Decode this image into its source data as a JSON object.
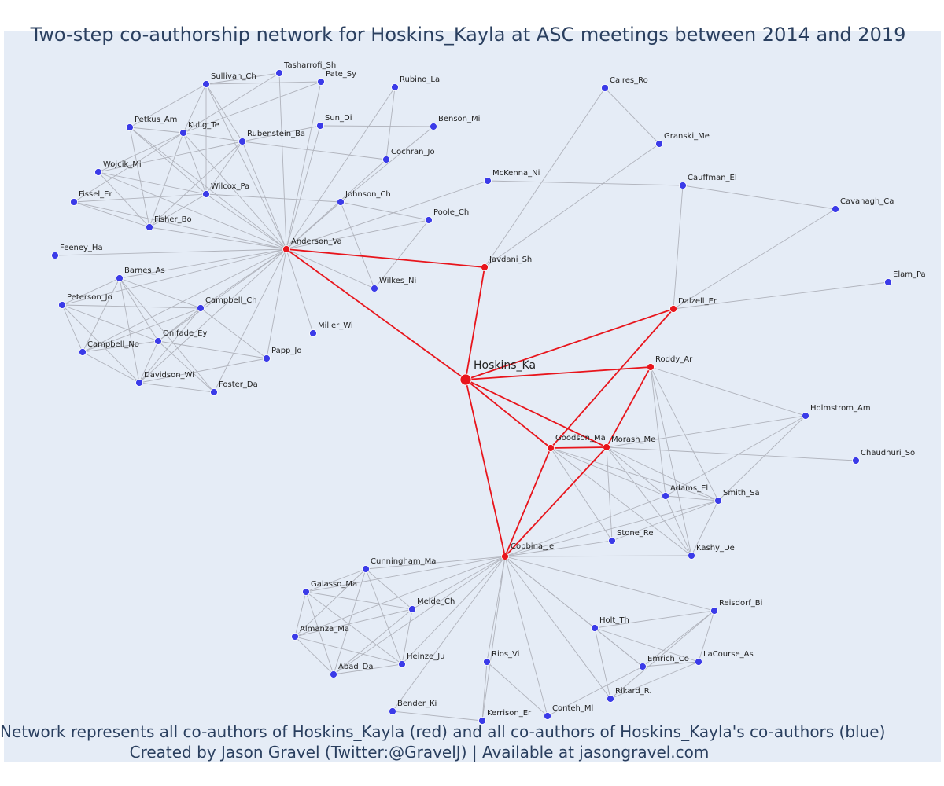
{
  "title": "Two-step co-authorship network for Hoskins_Kayla at ASC meetings between 2014 and 2019",
  "caption": {
    "line1": "Network represents all co-authors of Hoskins_Kayla (red) and all co-authors of Hoskins_Kayla's co-authors (blue)",
    "line2": "Created by Jason Gravel (Twitter:@GravelJ) | Available at jasongravel.com"
  },
  "colors": {
    "plot_background": "#e5ecf6",
    "first_step": "#e8151c",
    "second_step": "#3b3be8",
    "edge_grey": "#b0b3bc",
    "edge_red": "#e8151c",
    "text": "#2a3f5f"
  },
  "graph": {
    "ego": "Hoskins_Ka",
    "nodes": [
      {
        "id": "Hoskins_Ka",
        "group": "ego"
      },
      {
        "id": "Anderson_Va",
        "group": "coauthor"
      },
      {
        "id": "Javdani_Sh",
        "group": "coauthor"
      },
      {
        "id": "Dalzell_Er",
        "group": "coauthor"
      },
      {
        "id": "Roddy_Ar",
        "group": "coauthor"
      },
      {
        "id": "Goodson_Ma",
        "group": "coauthor"
      },
      {
        "id": "Morash_Me",
        "group": "coauthor"
      },
      {
        "id": "Cobbina_Je",
        "group": "coauthor"
      },
      {
        "id": "Tasharrofi_Sh",
        "group": "second"
      },
      {
        "id": "Sullivan_Ch",
        "group": "second"
      },
      {
        "id": "Pate_Sy",
        "group": "second"
      },
      {
        "id": "Rubino_La",
        "group": "second"
      },
      {
        "id": "Petkus_Am",
        "group": "second"
      },
      {
        "id": "Kulig_Te",
        "group": "second"
      },
      {
        "id": "Sun_Di",
        "group": "second"
      },
      {
        "id": "Benson_Mi",
        "group": "second"
      },
      {
        "id": "Rubenstein_Ba",
        "group": "second"
      },
      {
        "id": "Cochran_Jo",
        "group": "second"
      },
      {
        "id": "Wojcik_Mi",
        "group": "second"
      },
      {
        "id": "Wilcox_Pa",
        "group": "second"
      },
      {
        "id": "Johnson_Ch",
        "group": "second"
      },
      {
        "id": "Fissel_Er",
        "group": "second"
      },
      {
        "id": "Fisher_Bo",
        "group": "second"
      },
      {
        "id": "Poole_Ch",
        "group": "second"
      },
      {
        "id": "Feeney_Ha",
        "group": "second"
      },
      {
        "id": "Barnes_As",
        "group": "second"
      },
      {
        "id": "Wilkes_Ni",
        "group": "second"
      },
      {
        "id": "Peterson_Jo",
        "group": "second"
      },
      {
        "id": "Campbell_Ch",
        "group": "second"
      },
      {
        "id": "Miller_Wi",
        "group": "second"
      },
      {
        "id": "Onifade_Ey",
        "group": "second"
      },
      {
        "id": "Campbell_No",
        "group": "second"
      },
      {
        "id": "Papp_Jo",
        "group": "second"
      },
      {
        "id": "Davidson_Wi",
        "group": "second"
      },
      {
        "id": "Foster_Da",
        "group": "second"
      },
      {
        "id": "Caires_Ro",
        "group": "second"
      },
      {
        "id": "Granski_Me",
        "group": "second"
      },
      {
        "id": "McKenna_Ni",
        "group": "second"
      },
      {
        "id": "Cauffman_El",
        "group": "second"
      },
      {
        "id": "Cavanagh_Ca",
        "group": "second"
      },
      {
        "id": "Elam_Pa",
        "group": "second"
      },
      {
        "id": "Holmstrom_Am",
        "group": "second"
      },
      {
        "id": "Chaudhuri_So",
        "group": "second"
      },
      {
        "id": "Adams_El",
        "group": "second"
      },
      {
        "id": "Smith_Sa",
        "group": "second"
      },
      {
        "id": "Stone_Re",
        "group": "second"
      },
      {
        "id": "Kashy_De",
        "group": "second"
      },
      {
        "id": "Cunningham_Ma",
        "group": "second"
      },
      {
        "id": "Galasso_Ma",
        "group": "second"
      },
      {
        "id": "Melde_Ch",
        "group": "second"
      },
      {
        "id": "Almanza_Ma",
        "group": "second"
      },
      {
        "id": "Heinze_Ju",
        "group": "second"
      },
      {
        "id": "Abad_Da",
        "group": "second"
      },
      {
        "id": "Rios_Vi",
        "group": "second"
      },
      {
        "id": "Bender_Ki",
        "group": "second"
      },
      {
        "id": "Kerrison_Er",
        "group": "second"
      },
      {
        "id": "Conteh_Ml",
        "group": "second"
      },
      {
        "id": "Holt_Th",
        "group": "second"
      },
      {
        "id": "Reisdorf_Bi",
        "group": "second"
      },
      {
        "id": "Emrich_Co",
        "group": "second"
      },
      {
        "id": "LaCourse_As",
        "group": "second"
      },
      {
        "id": "Rikard_R.",
        "group": "second"
      }
    ],
    "red_edges": [
      [
        "Hoskins_Ka",
        "Anderson_Va"
      ],
      [
        "Hoskins_Ka",
        "Javdani_Sh"
      ],
      [
        "Hoskins_Ka",
        "Dalzell_Er"
      ],
      [
        "Hoskins_Ka",
        "Roddy_Ar"
      ],
      [
        "Hoskins_Ka",
        "Goodson_Ma"
      ],
      [
        "Hoskins_Ka",
        "Morash_Me"
      ],
      [
        "Hoskins_Ka",
        "Cobbina_Je"
      ],
      [
        "Anderson_Va",
        "Javdani_Sh"
      ],
      [
        "Goodson_Ma",
        "Morash_Me"
      ],
      [
        "Goodson_Ma",
        "Dalzell_Er"
      ],
      [
        "Goodson_Ma",
        "Cobbina_Je"
      ],
      [
        "Morash_Me",
        "Roddy_Ar"
      ],
      [
        "Morash_Me",
        "Cobbina_Je"
      ]
    ],
    "grey_edges": [
      [
        "Anderson_Va",
        "Sullivan_Ch"
      ],
      [
        "Anderson_Va",
        "Tasharrofi_Sh"
      ],
      [
        "Anderson_Va",
        "Pate_Sy"
      ],
      [
        "Anderson_Va",
        "Rubino_La"
      ],
      [
        "Anderson_Va",
        "Petkus_Am"
      ],
      [
        "Anderson_Va",
        "Kulig_Te"
      ],
      [
        "Anderson_Va",
        "Sun_Di"
      ],
      [
        "Anderson_Va",
        "Rubenstein_Ba"
      ],
      [
        "Anderson_Va",
        "Cochran_Jo"
      ],
      [
        "Anderson_Va",
        "Wojcik_Mi"
      ],
      [
        "Anderson_Va",
        "Wilcox_Pa"
      ],
      [
        "Anderson_Va",
        "Johnson_Ch"
      ],
      [
        "Anderson_Va",
        "Fissel_Er"
      ],
      [
        "Anderson_Va",
        "Fisher_Bo"
      ],
      [
        "Anderson_Va",
        "Poole_Ch"
      ],
      [
        "Anderson_Va",
        "Feeney_Ha"
      ],
      [
        "Anderson_Va",
        "Barnes_As"
      ],
      [
        "Anderson_Va",
        "Wilkes_Ni"
      ],
      [
        "Anderson_Va",
        "Peterson_Jo"
      ],
      [
        "Anderson_Va",
        "Campbell_Ch"
      ],
      [
        "Anderson_Va",
        "Miller_Wi"
      ],
      [
        "Anderson_Va",
        "Onifade_Ey"
      ],
      [
        "Anderson_Va",
        "Campbell_No"
      ],
      [
        "Anderson_Va",
        "Papp_Jo"
      ],
      [
        "Anderson_Va",
        "Davidson_Wi"
      ],
      [
        "Anderson_Va",
        "Foster_Da"
      ],
      [
        "Anderson_Va",
        "McKenna_Ni"
      ],
      [
        "Sullivan_Ch",
        "Tasharrofi_Sh"
      ],
      [
        "Sullivan_Ch",
        "Pate_Sy"
      ],
      [
        "Sullivan_Ch",
        "Kulig_Te"
      ],
      [
        "Sullivan_Ch",
        "Petkus_Am"
      ],
      [
        "Sullivan_Ch",
        "Wilcox_Pa"
      ],
      [
        "Sullivan_Ch",
        "Rubenstein_Ba"
      ],
      [
        "Tasharrofi_Sh",
        "Kulig_Te"
      ],
      [
        "Pate_Sy",
        "Kulig_Te"
      ],
      [
        "Sun_Di",
        "Benson_Mi"
      ],
      [
        "Sun_Di",
        "Rubenstein_Ba"
      ],
      [
        "Rubino_La",
        "Cochran_Jo"
      ],
      [
        "Benson_Mi",
        "Johnson_Ch"
      ],
      [
        "Petkus_Am",
        "Kulig_Te"
      ],
      [
        "Petkus_Am",
        "Wilcox_Pa"
      ],
      [
        "Petkus_Am",
        "Fisher_Bo"
      ],
      [
        "Kulig_Te",
        "Wojcik_Mi"
      ],
      [
        "Kulig_Te",
        "Rubenstein_Ba"
      ],
      [
        "Kulig_Te",
        "Wilcox_Pa"
      ],
      [
        "Kulig_Te",
        "Fisher_Bo"
      ],
      [
        "Kulig_Te",
        "Fissel_Er"
      ],
      [
        "Rubenstein_Ba",
        "Cochran_Jo"
      ],
      [
        "Rubenstein_Ba",
        "Wilcox_Pa"
      ],
      [
        "Rubenstein_Ba",
        "Fisher_Bo"
      ],
      [
        "Wojcik_Mi",
        "Wilcox_Pa"
      ],
      [
        "Wojcik_Mi",
        "Fisher_Bo"
      ],
      [
        "Wojcik_Mi",
        "Rubenstein_Ba"
      ],
      [
        "Wilcox_Pa",
        "Fissel_Er"
      ],
      [
        "Wilcox_Pa",
        "Fisher_Bo"
      ],
      [
        "Wilcox_Pa",
        "Johnson_Ch"
      ],
      [
        "Fissel_Er",
        "Fisher_Bo"
      ],
      [
        "Johnson_Ch",
        "Poole_Ch"
      ],
      [
        "Johnson_Ch",
        "Wilkes_Ni"
      ],
      [
        "Poole_Ch",
        "Wilkes_Ni"
      ],
      [
        "Barnes_As",
        "Peterson_Jo"
      ],
      [
        "Barnes_As",
        "Campbell_Ch"
      ],
      [
        "Barnes_As",
        "Onifade_Ey"
      ],
      [
        "Barnes_As",
        "Campbell_No"
      ],
      [
        "Barnes_As",
        "Davidson_Wi"
      ],
      [
        "Barnes_As",
        "Foster_Da"
      ],
      [
        "Peterson_Jo",
        "Campbell_Ch"
      ],
      [
        "Peterson_Jo",
        "Onifade_Ey"
      ],
      [
        "Peterson_Jo",
        "Campbell_No"
      ],
      [
        "Peterson_Jo",
        "Davidson_Wi"
      ],
      [
        "Campbell_Ch",
        "Onifade_Ey"
      ],
      [
        "Campbell_Ch",
        "Campbell_No"
      ],
      [
        "Campbell_Ch",
        "Papp_Jo"
      ],
      [
        "Campbell_Ch",
        "Davidson_Wi"
      ],
      [
        "Onifade_Ey",
        "Campbell_No"
      ],
      [
        "Onifade_Ey",
        "Papp_Jo"
      ],
      [
        "Onifade_Ey",
        "Davidson_Wi"
      ],
      [
        "Onifade_Ey",
        "Foster_Da"
      ],
      [
        "Campbell_No",
        "Davidson_Wi"
      ],
      [
        "Davidson_Wi",
        "Papp_Jo"
      ],
      [
        "Davidson_Wi",
        "Foster_Da"
      ],
      [
        "Javdani_Sh",
        "Caires_Ro"
      ],
      [
        "Javdani_Sh",
        "Granski_Me"
      ],
      [
        "Caires_Ro",
        "Granski_Me"
      ],
      [
        "McKenna_Ni",
        "Cauffman_El"
      ],
      [
        "Cauffman_El",
        "Dalzell_Er"
      ],
      [
        "Cauffman_El",
        "Cavanagh_Ca"
      ],
      [
        "Dalzell_Er",
        "Cavanagh_Ca"
      ],
      [
        "Dalzell_Er",
        "Elam_Pa"
      ],
      [
        "Roddy_Ar",
        "Holmstrom_Am"
      ],
      [
        "Roddy_Ar",
        "Adams_El"
      ],
      [
        "Roddy_Ar",
        "Smith_Sa"
      ],
      [
        "Roddy_Ar",
        "Kashy_De"
      ],
      [
        "Morash_Me",
        "Holmstrom_Am"
      ],
      [
        "Morash_Me",
        "Chaudhuri_So"
      ],
      [
        "Morash_Me",
        "Adams_El"
      ],
      [
        "Morash_Me",
        "Smith_Sa"
      ],
      [
        "Morash_Me",
        "Stone_Re"
      ],
      [
        "Morash_Me",
        "Kashy_De"
      ],
      [
        "Goodson_Ma",
        "Adams_El"
      ],
      [
        "Goodson_Ma",
        "Smith_Sa"
      ],
      [
        "Goodson_Ma",
        "Stone_Re"
      ],
      [
        "Goodson_Ma",
        "Kashy_De"
      ],
      [
        "Adams_El",
        "Holmstrom_Am"
      ],
      [
        "Adams_El",
        "Smith_Sa"
      ],
      [
        "Adams_El",
        "Kashy_De"
      ],
      [
        "Smith_Sa",
        "Holmstrom_Am"
      ],
      [
        "Smith_Sa",
        "Kashy_De"
      ],
      [
        "Stone_Re",
        "Smith_Sa"
      ],
      [
        "Cobbina_Je",
        "Stone_Re"
      ],
      [
        "Cobbina_Je",
        "Kashy_De"
      ],
      [
        "Cobbina_Je",
        "Adams_El"
      ],
      [
        "Cobbina_Je",
        "Smith_Sa"
      ],
      [
        "Cobbina_Je",
        "Cunningham_Ma"
      ],
      [
        "Cobbina_Je",
        "Galasso_Ma"
      ],
      [
        "Cobbina_Je",
        "Melde_Ch"
      ],
      [
        "Cobbina_Je",
        "Almanza_Ma"
      ],
      [
        "Cobbina_Je",
        "Heinze_Ju"
      ],
      [
        "Cobbina_Je",
        "Abad_Da"
      ],
      [
        "Cobbina_Je",
        "Rios_Vi"
      ],
      [
        "Cobbina_Je",
        "Bender_Ki"
      ],
      [
        "Cobbina_Je",
        "Kerrison_Er"
      ],
      [
        "Cobbina_Je",
        "Conteh_Ml"
      ],
      [
        "Cobbina_Je",
        "Holt_Th"
      ],
      [
        "Cobbina_Je",
        "Reisdorf_Bi"
      ],
      [
        "Cobbina_Je",
        "Emrich_Co"
      ],
      [
        "Cobbina_Je",
        "Rikard_R."
      ],
      [
        "Cunningham_Ma",
        "Galasso_Ma"
      ],
      [
        "Cunningham_Ma",
        "Melde_Ch"
      ],
      [
        "Cunningham_Ma",
        "Almanza_Ma"
      ],
      [
        "Cunningham_Ma",
        "Heinze_Ju"
      ],
      [
        "Cunningham_Ma",
        "Abad_Da"
      ],
      [
        "Galasso_Ma",
        "Melde_Ch"
      ],
      [
        "Galasso_Ma",
        "Almanza_Ma"
      ],
      [
        "Galasso_Ma",
        "Heinze_Ju"
      ],
      [
        "Galasso_Ma",
        "Abad_Da"
      ],
      [
        "Melde_Ch",
        "Almanza_Ma"
      ],
      [
        "Melde_Ch",
        "Heinze_Ju"
      ],
      [
        "Melde_Ch",
        "Abad_Da"
      ],
      [
        "Almanza_Ma",
        "Heinze_Ju"
      ],
      [
        "Almanza_Ma",
        "Abad_Da"
      ],
      [
        "Heinze_Ju",
        "Abad_Da"
      ],
      [
        "Bender_Ki",
        "Kerrison_Er"
      ],
      [
        "Rios_Vi",
        "Kerrison_Er"
      ],
      [
        "Rios_Vi",
        "Conteh_Ml"
      ],
      [
        "Conteh_Ml",
        "Emrich_Co"
      ],
      [
        "Holt_Th",
        "Reisdorf_Bi"
      ],
      [
        "Holt_Th",
        "Emrich_Co"
      ],
      [
        "Holt_Th",
        "LaCourse_As"
      ],
      [
        "Holt_Th",
        "Rikard_R."
      ],
      [
        "Reisdorf_Bi",
        "Emrich_Co"
      ],
      [
        "Reisdorf_Bi",
        "LaCourse_As"
      ],
      [
        "Reisdorf_Bi",
        "Rikard_R."
      ],
      [
        "Emrich_Co",
        "LaCourse_As"
      ],
      [
        "LaCourse_As",
        "Rikard_R."
      ]
    ]
  }
}
